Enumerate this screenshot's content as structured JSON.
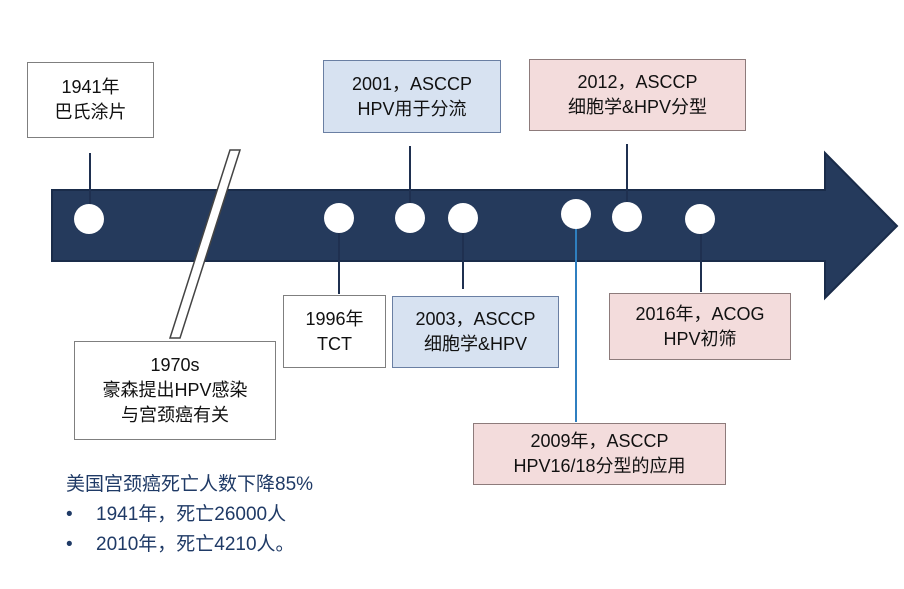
{
  "colors": {
    "arrow": "#253a5c",
    "arrow_edge": "#1a2c4a",
    "connector": "#1f3050",
    "highlight_connector": "#2f7fc0",
    "stats_text": "#1f3a66",
    "blue_box": "#d7e2f1",
    "pink_box": "#f3dcdc"
  },
  "events": {
    "e1941": {
      "line1": "1941年",
      "line2": "巴氏涂片"
    },
    "e1970": {
      "line1": "1970s",
      "line2": "豪森提出HPV感染",
      "line3": "与宫颈癌有关"
    },
    "e1996": {
      "line1": "1996年",
      "line2": "TCT"
    },
    "e2001": {
      "line1": "2001，ASCCP",
      "line2": "HPV用于分流"
    },
    "e2003": {
      "line1": "2003，ASCCP",
      "line2": "细胞学&HPV"
    },
    "e2009": {
      "line1": "2009年，ASCCP",
      "line2": "HPV16/18分型的应用"
    },
    "e2012": {
      "line1": "2012，ASCCP",
      "line2": "细胞学&HPV分型"
    },
    "e2016": {
      "line1": "2016年，ACOG",
      "line2": "HPV初筛"
    }
  },
  "stats": {
    "title": "美国宫颈癌死亡人数下降85%",
    "bullet_symbol": "•",
    "items": [
      "1941年，死亡26000人",
      "2010年，死亡4210人。"
    ]
  }
}
